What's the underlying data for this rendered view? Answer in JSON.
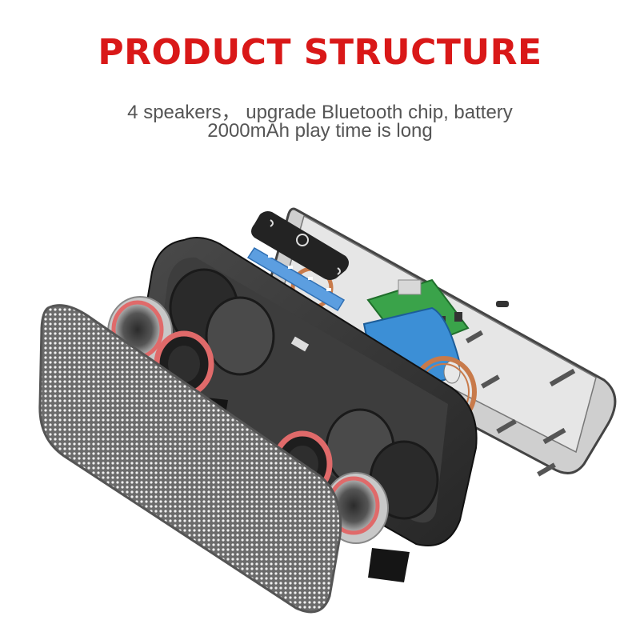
{
  "header": {
    "title": "PRODUCT STRUCTURE",
    "subtitle_line1": "4 speakers， upgrade Bluetooth chip, battery",
    "subtitle_line2": "2000mAh play time is long"
  },
  "colors": {
    "title": "#d91818",
    "subtitle": "#555555",
    "housing": "#3a3a3a",
    "grille": "#5a5a5a",
    "pcb": "#3aa34a",
    "battery": "#3c8fd6",
    "coil": "#c87a4a",
    "speaker_ring": "#e06a6a"
  },
  "illustration": {
    "parts": [
      "speaker-grille",
      "front-housing",
      "back-housing",
      "speaker-driver",
      "button-panel",
      "pcb-board",
      "battery",
      "induction-coil",
      "foam-pad"
    ]
  }
}
